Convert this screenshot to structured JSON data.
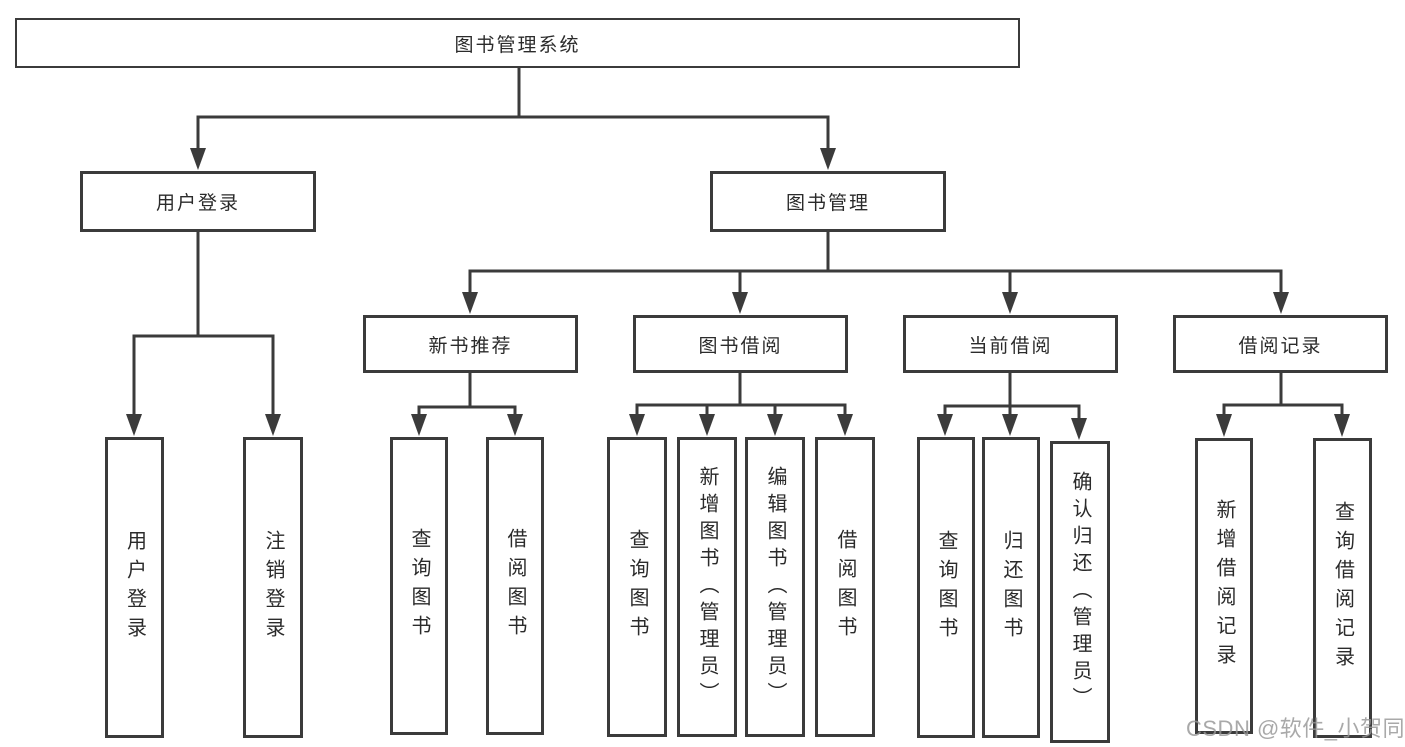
{
  "diagram": {
    "title": "图书管理系统",
    "level2": {
      "user_login": "用户登录",
      "book_management": "图书管理"
    },
    "level3": {
      "new_book": "新书推荐",
      "book_borrow": "图书借阅",
      "current_borrow": "当前借阅",
      "borrow_record": "借阅记录"
    },
    "leaves": {
      "user_login": [
        "用户登录",
        "注销登录"
      ],
      "new_book": [
        "查询图书",
        "借阅图书"
      ],
      "book_borrow": [
        "查询图书",
        "新增图书（管理员）",
        "编辑图书（管理员）",
        "借阅图书"
      ],
      "current_borrow": [
        "查询图书",
        "归还图书",
        "确认归还（管理员）"
      ],
      "borrow_record": [
        "新增借阅记录",
        "查询借阅记录"
      ]
    }
  },
  "watermark": "CSDN @软件_小贺同学",
  "colors": {
    "line": "#3b3b3b",
    "text": "#2b2b2b",
    "watermark": "#969696",
    "background": "#ffffff"
  }
}
